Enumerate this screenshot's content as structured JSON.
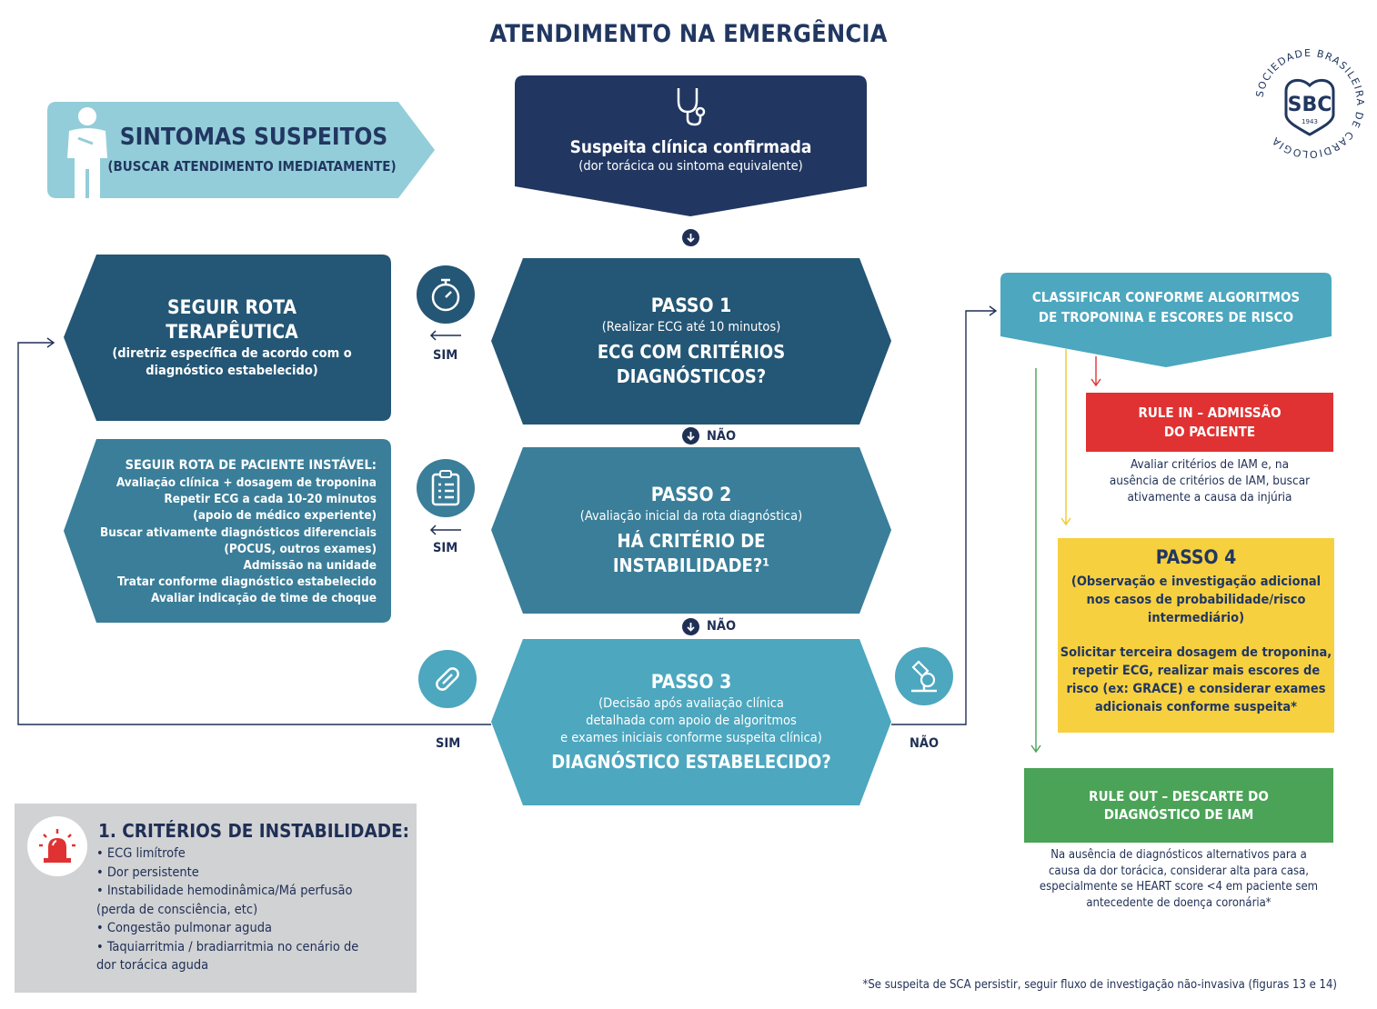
{
  "title": "ATENDIMENTO NA EMERGÊNCIA",
  "logo": {
    "initials": "SBC",
    "year": "1943",
    "ring": "SOCIEDADE BRASILEIRA DE CARDIOLOGIA"
  },
  "symptoms": {
    "title": "SINTOMAS SUSPEITOS",
    "subtitle": "(BUSCAR ATENDIMENTO IMEDIATAMENTE)"
  },
  "suspicion": {
    "title": "Suspeita clínica confirmada",
    "subtitle": "(dor torácica ou sintoma equivalente)"
  },
  "step1": {
    "title": "PASSO 1",
    "sub": "(Realizar ECG até 10 minutos)",
    "question": [
      "ECG COM CRITÉRIOS",
      "DIAGNÓSTICOS?"
    ]
  },
  "step2": {
    "title": "PASSO 2",
    "sub": "(Avaliação inicial da rota diagnóstica)",
    "question": [
      "HÁ CRITÉRIO DE",
      "INSTABILIDADE?¹"
    ]
  },
  "step3": {
    "title": "PASSO 3",
    "sub": [
      "(Decisão após avaliação clínica",
      "detalhada com apoio de algoritmos",
      "e exames iniciais conforme suspeita clínica)"
    ],
    "question": "DIAGNÓSTICO ESTABELECIDO?"
  },
  "therapeutic": {
    "title": [
      "SEGUIR ROTA",
      "TERAPÊUTICA"
    ],
    "sub": [
      "(diretriz específica de acordo com o",
      "diagnóstico estabelecido)"
    ]
  },
  "unstable": {
    "title": "SEGUIR ROTA DE PACIENTE INSTÁVEL:",
    "lines": [
      "Avaliação clínica + dosagem de troponina",
      "Repetir ECG a cada 10-20 minutos",
      "(apoio de médico experiente)",
      "Buscar ativamente diagnósticos diferenciais",
      "(POCUS, outros exames)",
      "Admissão na unidade",
      "Tratar conforme diagnóstico estabelecido",
      "Avaliar indicação de time de choque"
    ]
  },
  "labels": {
    "sim": "SIM",
    "nao": "NÃO"
  },
  "classify": {
    "lines": [
      "CLASSIFICAR CONFORME ALGORITMOS",
      "DE TROPONINA E ESCORES DE RISCO"
    ]
  },
  "rule_in": {
    "title": [
      "RULE IN – ADMISSÃO",
      "DO PACIENTE"
    ],
    "desc": [
      "Avaliar critérios de IAM e, na",
      "ausência de critérios de IAM, buscar",
      "ativamente a causa da injúria"
    ]
  },
  "step4": {
    "title": "PASSO 4",
    "sub": [
      "(Observação e investigação adicional",
      "nos casos de probabilidade/risco",
      "intermediário)"
    ],
    "body": [
      "Solicitar terceira dosagem de troponina,",
      "repetir ECG, realizar mais escores de",
      "risco (ex: GRACE) e considerar exames",
      "adicionais conforme suspeita*"
    ]
  },
  "rule_out": {
    "title": [
      "RULE OUT – DESCARTE DO",
      "DIAGNÓSTICO DE IAM"
    ],
    "desc": [
      "Na ausência de diagnósticos alternativos para a",
      "causa da dor torácica, considerar alta para casa,",
      "especialmente se HEART score <4 em paciente sem",
      "antecedente de doença coronária*"
    ]
  },
  "criteria": {
    "title": "1. CRITÉRIOS DE INSTABILIDADE:",
    "items": [
      "• ECG limítrofe",
      "• Dor persistente",
      "• Instabilidade hemodinâmica/Má perfusão",
      "(perda de consciência, etc)",
      "• Congestão pulmonar aguda",
      "• Taquiarritmia / bradiarritmia no cenário de",
      "dor torácica aguda"
    ]
  },
  "footnote": "*Se suspeita de SCA persistir, seguir fluxo de investigação não-invasiva (figuras 13 e 14)",
  "colors": {
    "navy": "#213761",
    "step1": "#245675",
    "step2": "#3a7e99",
    "step3": "#4ca7bf",
    "symptoms": "#93cdd9",
    "classify": "#4ca7bf",
    "rule_in": "#e03232",
    "step4": "#f7d040",
    "rule_out": "#4aa357",
    "criteria_bg": "#d1d2d4"
  }
}
